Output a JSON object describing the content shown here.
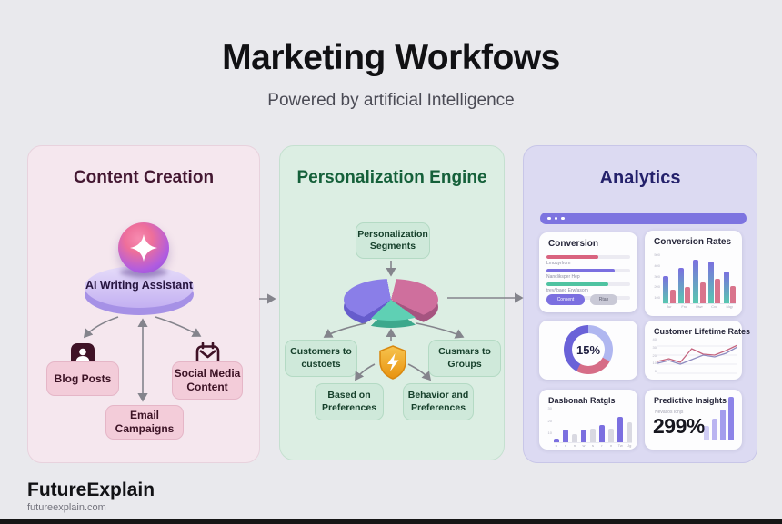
{
  "header": {
    "title": "Marketing Workfows",
    "subtitle": "Powered by artificial Intelligence"
  },
  "content_panel": {
    "title": "Content Creation",
    "hub_label": "AI Writing Assistant",
    "nodes": {
      "blog": "Blog Posts",
      "social": "Social Media Content",
      "email": "Email Campaigns"
    },
    "icons": [
      "sparkle-icon",
      "person-badge-icon",
      "mail-icon"
    ]
  },
  "personalization_panel": {
    "title": "Personalization Engine",
    "segments_label": "Personalization Segments",
    "nodes": {
      "left": "Customers to custoets",
      "right": "Cusmars to Groups",
      "bottom_left": "Based on Preferences",
      "bottom_right": "Behavior and Preferences"
    },
    "icons": [
      "pie-3d-icon",
      "shield-bolt-icon"
    ]
  },
  "analytics_panel": {
    "title": "Analytics",
    "icons": [
      "browser-dots"
    ]
  },
  "footer": {
    "brand": "FutureExplain",
    "url": "futureexplain.com"
  },
  "colors": {
    "accent_purple": "#7b6fe0",
    "accent_pink": "#d9637f",
    "accent_teal": "#4fc3a1",
    "panel_pink": "#f5e7ee",
    "panel_green": "#dceee3",
    "panel_lavender": "#dcdaf2",
    "shield_gold": "#f0a62c"
  },
  "chart_data": [
    {
      "id": "conversion",
      "type": "bar",
      "orientation": "horizontal",
      "title": "Conversion",
      "xlim": [
        0,
        100
      ],
      "rows": [
        {
          "label": "Lmuuyrlrom",
          "value": 62,
          "color": "#d9637f"
        },
        {
          "label": "Nancliksper Hep",
          "value": 82,
          "color": "#7b6fe0"
        },
        {
          "label": "trev/tbaed Erwfasom",
          "value": 74,
          "color": "#4fc3a1"
        },
        {
          "label": "",
          "value": 0,
          "color": "#e6e4ee"
        }
      ],
      "buttons": [
        {
          "label": "Consent",
          "style": "primary"
        },
        {
          "label": "Rtan",
          "style": "secondary"
        }
      ]
    },
    {
      "id": "conversion_rates",
      "type": "bar",
      "title": "Conversion Rates",
      "categories": [
        "Jur",
        "Fro",
        "Mwr",
        "Cvd",
        "Mqy"
      ],
      "y_ticks": [
        "500",
        "400",
        "300",
        "200",
        "100"
      ],
      "ylim": [
        0,
        100
      ],
      "series": [
        {
          "name": "rate-a",
          "colors": [
            "#7b6fe0",
            "#58c9b0"
          ],
          "values": [
            55,
            72,
            88,
            85,
            64
          ]
        },
        {
          "name": "rate-b",
          "colors": [
            "#d9748c",
            "#d9748c"
          ],
          "values": [
            28,
            33,
            42,
            50,
            35
          ]
        }
      ]
    },
    {
      "id": "retention_donut",
      "type": "pie",
      "title": "",
      "center_label": "15%",
      "slices": [
        {
          "value": 33,
          "color": "#b0b7f0"
        },
        {
          "value": 25,
          "color": "#d66d87"
        },
        {
          "value": 42,
          "color": "#6a62d8"
        }
      ]
    },
    {
      "id": "customer_lifetime",
      "type": "line",
      "title": "Customer Lifetime Rates",
      "y_ticks": [
        "40",
        "30",
        "20",
        "10",
        "0"
      ],
      "ylim": [
        0,
        80
      ],
      "series": [
        {
          "name": "line-a",
          "color": "#c4647f",
          "values": [
            30,
            36,
            28,
            58,
            46,
            44,
            54,
            66
          ]
        },
        {
          "name": "line-b",
          "color": "#8f8cc0",
          "values": [
            26,
            32,
            24,
            34,
            44,
            40,
            48,
            62
          ]
        }
      ]
    },
    {
      "id": "dasbonah_ratgls",
      "type": "bar",
      "title": "Dasbonah Ratgls",
      "y_ticks": [
        "30",
        "20",
        "10"
      ],
      "ylim": [
        0,
        100
      ],
      "bars": [
        {
          "label": "u",
          "value": 10,
          "color": "#7b6fe0"
        },
        {
          "label": "r",
          "value": 38,
          "color": "#7b6fe0"
        },
        {
          "label": "n",
          "value": 24,
          "color": "#d9d9e2"
        },
        {
          "label": "w",
          "value": 36,
          "color": "#7b6fe0"
        },
        {
          "label": "s",
          "value": 40,
          "color": "#d9d9e2"
        },
        {
          "label": "r",
          "value": 50,
          "color": "#7b6fe0"
        },
        {
          "label": "n",
          "value": 40,
          "color": "#d9d9e2"
        },
        {
          "label": "Tw",
          "value": 75,
          "color": "#7b6fe0"
        },
        {
          "label": "Jg",
          "value": 58,
          "color": "#d9d9e2"
        }
      ]
    },
    {
      "id": "predictive_insights",
      "type": "stat",
      "title": "Predictive Insights",
      "sublabel": "Nevasos Iqnjs",
      "value": "299%",
      "bars": [
        22,
        33,
        47,
        66
      ],
      "bar_color": "#8d84e8"
    }
  ]
}
